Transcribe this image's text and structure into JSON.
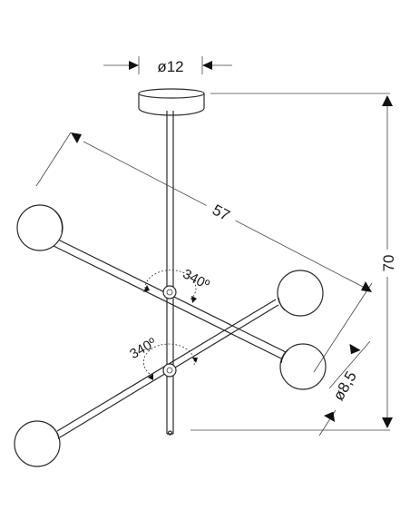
{
  "dimensions": {
    "canopy_diameter": "ø12",
    "total_span": "57",
    "height": "70",
    "globe_diameter": "ø8,5",
    "upper_rotation": "340º",
    "lower_rotation": "340º"
  }
}
